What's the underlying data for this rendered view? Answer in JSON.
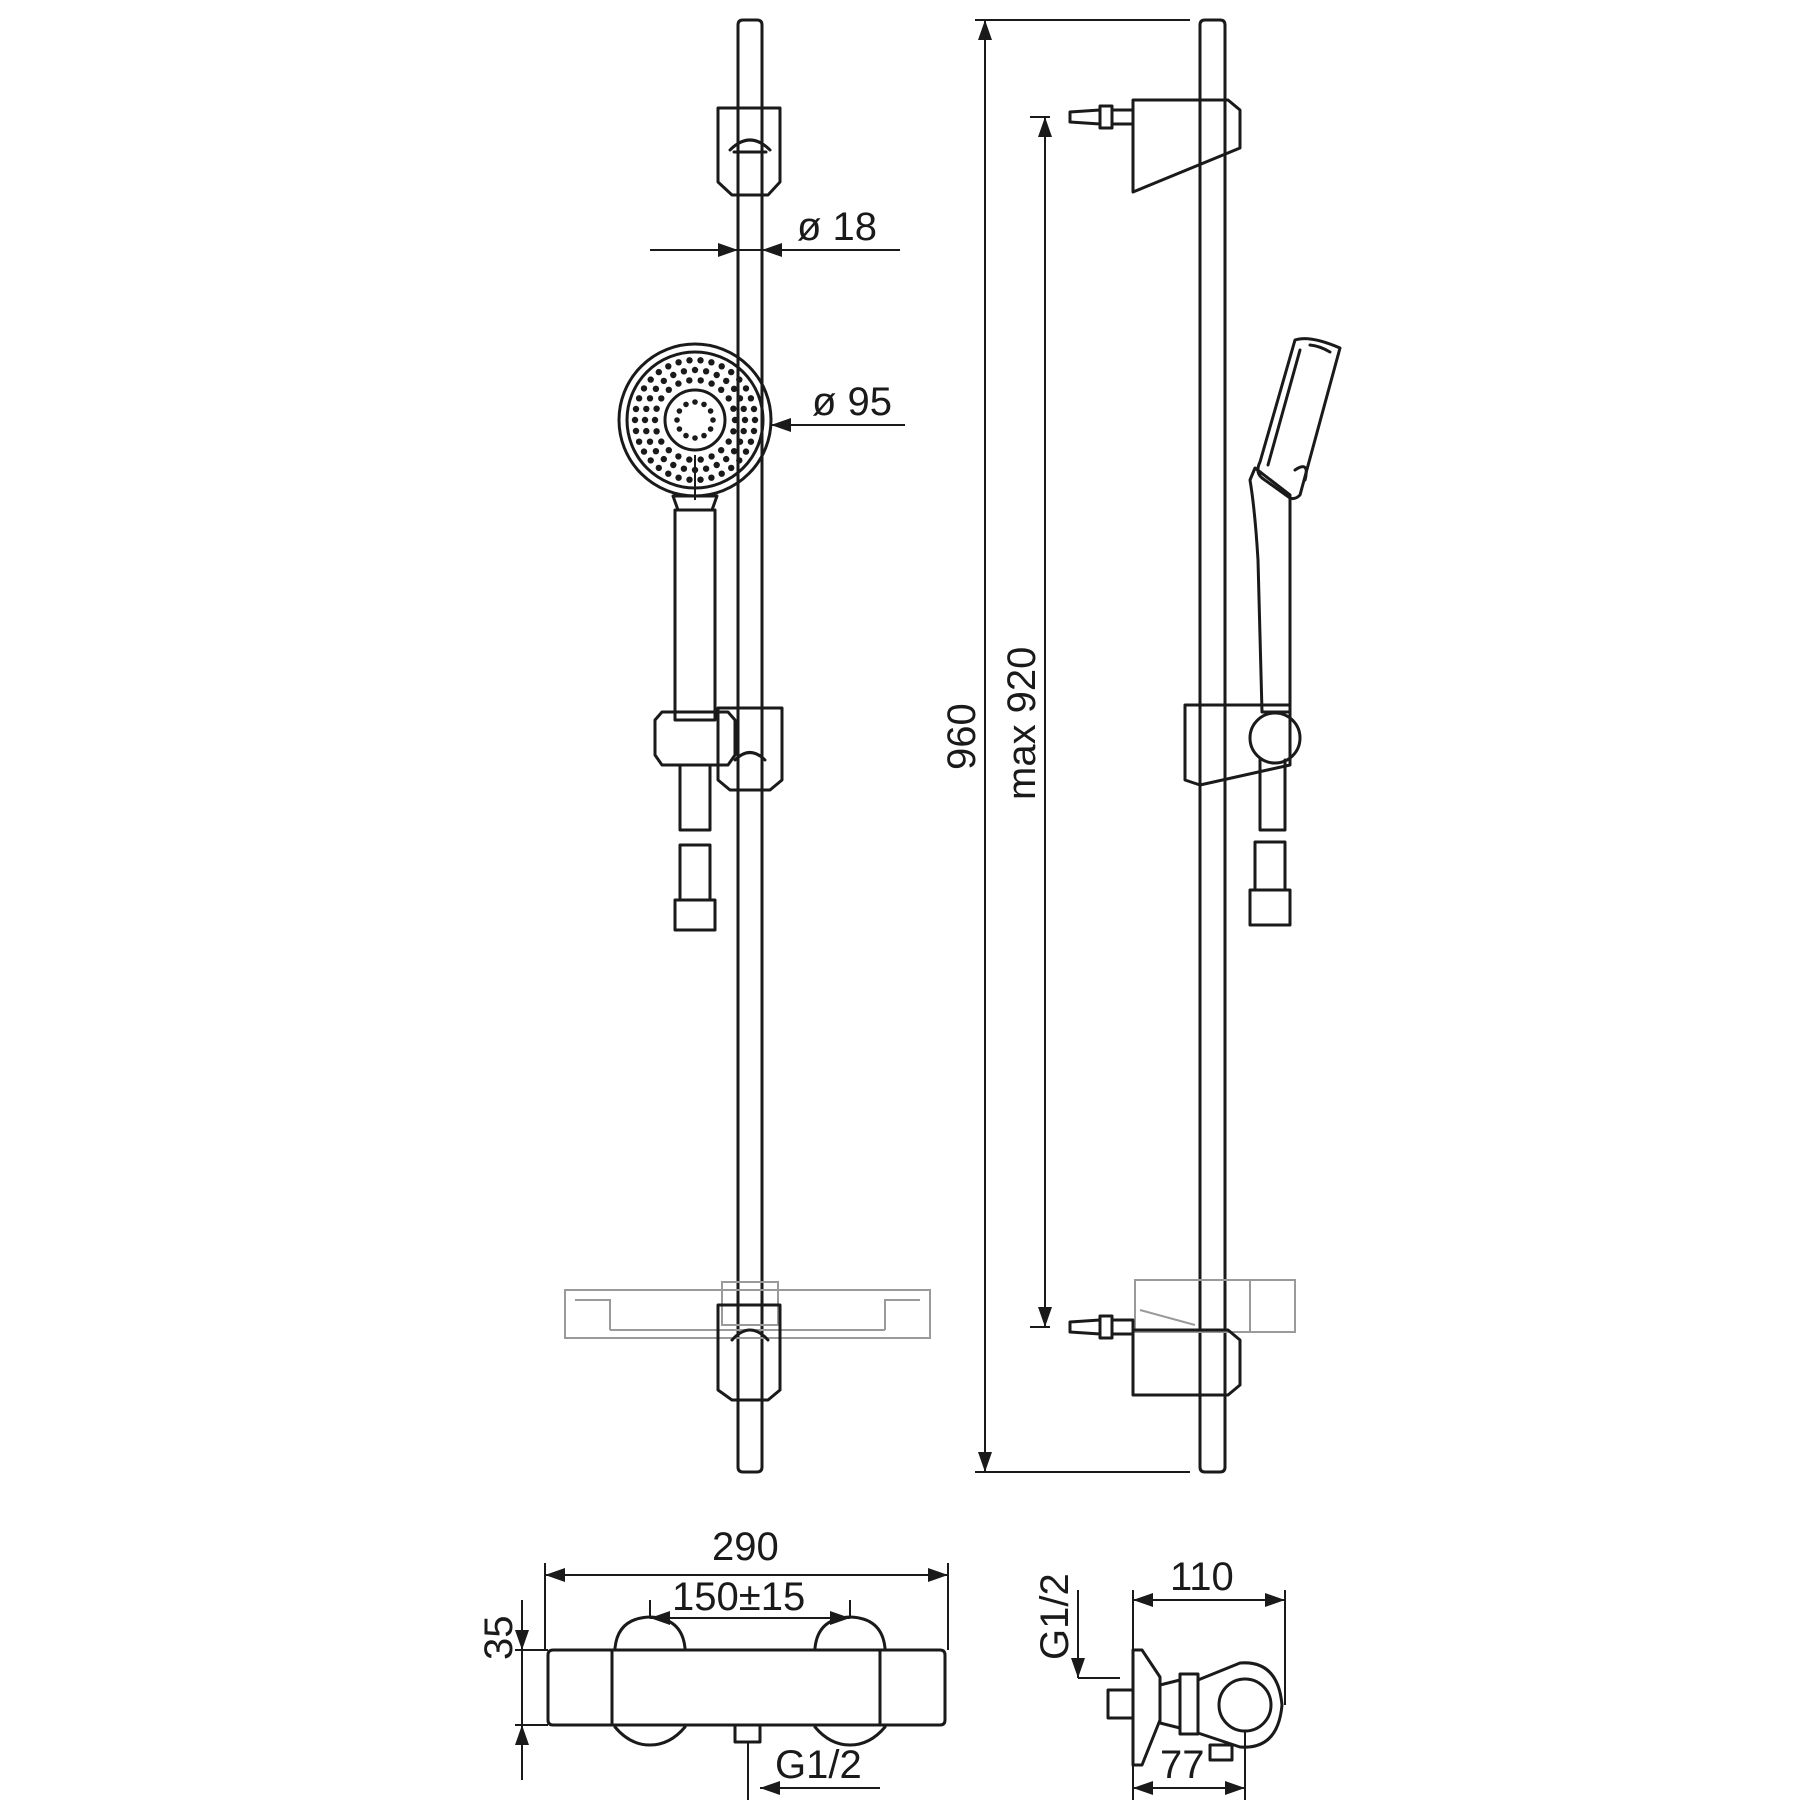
{
  "dimensions": {
    "bar_diameter": "ø 18",
    "head_diameter": "ø 95",
    "total_height": "960",
    "max_mount_spacing": "max 920",
    "mixer_width": "290",
    "inlet_spacing": "150±15",
    "mixer_height": "35",
    "outlet_thread_bottom": "G1/2",
    "inlet_thread_side": "G1/2",
    "mixer_depth": "110",
    "mixer_wall_offset": "77"
  }
}
